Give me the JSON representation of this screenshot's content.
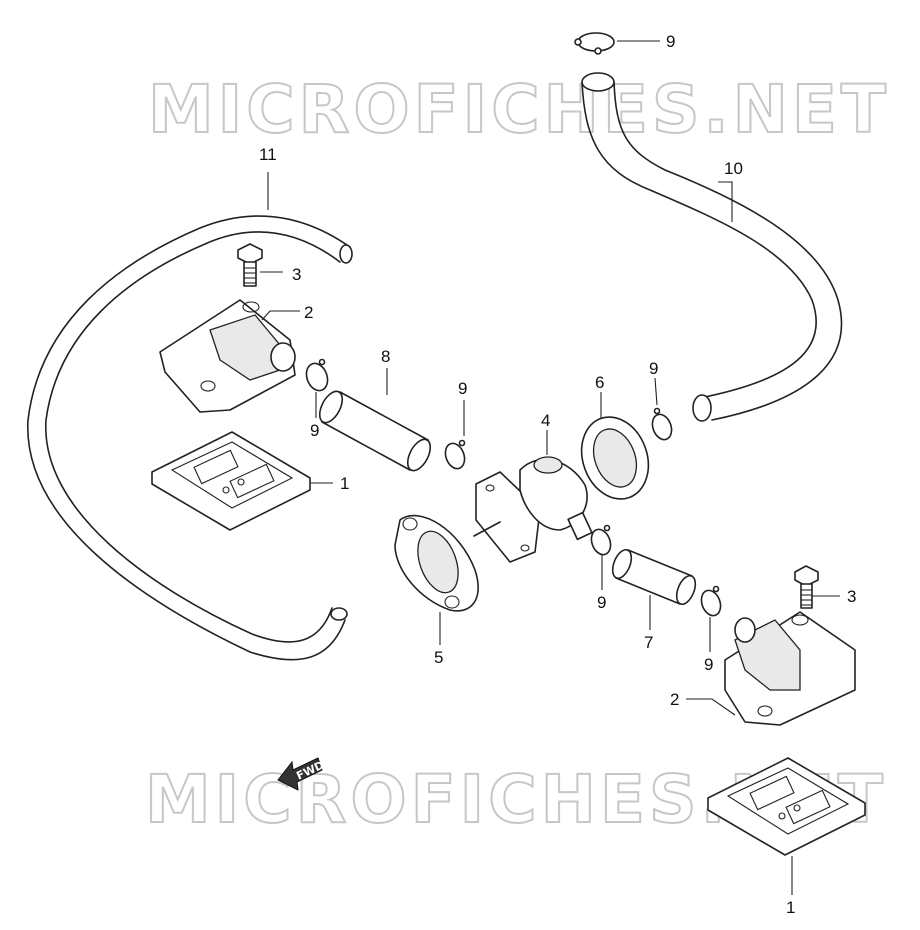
{
  "watermark": {
    "text": "MICROFICHES.NET",
    "color": "#c7c7c7"
  },
  "direction_marker": {
    "text": "FWD",
    "icon": "arrow-left-icon"
  },
  "callouts": [
    {
      "id": "c1a",
      "number": "1"
    },
    {
      "id": "c1b",
      "number": "1"
    },
    {
      "id": "c2a",
      "number": "2"
    },
    {
      "id": "c2b",
      "number": "2"
    },
    {
      "id": "c3a",
      "number": "3"
    },
    {
      "id": "c3b",
      "number": "3"
    },
    {
      "id": "c4",
      "number": "4"
    },
    {
      "id": "c5",
      "number": "5"
    },
    {
      "id": "c6",
      "number": "6"
    },
    {
      "id": "c7",
      "number": "7"
    },
    {
      "id": "c8",
      "number": "8"
    },
    {
      "id": "c9a",
      "number": "9"
    },
    {
      "id": "c9b",
      "number": "9"
    },
    {
      "id": "c9c",
      "number": "9"
    },
    {
      "id": "c9d",
      "number": "9"
    },
    {
      "id": "c9e",
      "number": "9"
    },
    {
      "id": "c9f",
      "number": "9"
    },
    {
      "id": "c10",
      "number": "10"
    },
    {
      "id": "c11",
      "number": "11"
    }
  ]
}
